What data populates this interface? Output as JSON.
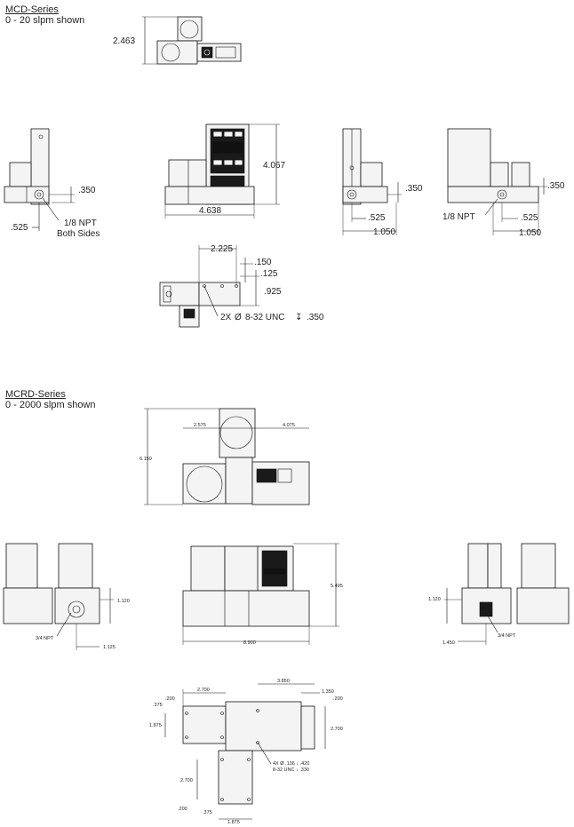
{
  "sections": [
    {
      "name": "MCD-Series",
      "range": "0 - 20 slpm shown"
    },
    {
      "name": "MCRD-Series",
      "range": "0 - 2000 slpm shown"
    }
  ],
  "mcd_dimensions": {
    "top_height": "2.463",
    "side_port_height": ".350",
    "side_port_offset": ".525",
    "npt_note": "1/8  NPT",
    "npt_note2": "Both Sides",
    "front_height": "4.067",
    "front_width": "4.638",
    "right_port_height": ".350",
    "right_port_offset": ".525",
    "right_width": "1.050",
    "back_port_height": ".350",
    "back_npt": "1/8 NPT",
    "back_port_offset": ".525",
    "back_width": "1.050",
    "bottom_span": "2.225",
    "bottom_a": ".150",
    "bottom_b": ".125",
    "bottom_c": ".925",
    "thread_qty": "2X",
    "thread_spec": "8-32 UNC",
    "thread_depth": ".350"
  },
  "mcrd_dimensions": {
    "top_left": "2.575",
    "top_right": "4.075",
    "top_height": "6.150",
    "side_height": "1.120",
    "side_npt": "3/4 NPT",
    "side_offset": "1.125",
    "front_height": "5.495",
    "front_width": "8.900",
    "right_height": "1.120",
    "right_offset": "1.450",
    "right_npt": "3/4 NPT",
    "bottom_2700a": "2.700",
    "bottom_200a": ".200",
    "bottom_375a": ".375",
    "bottom_1875a": "1.875",
    "bottom_3850": "3.850",
    "bottom_1350": "1.350",
    "bottom_200b": ".200",
    "bottom_2700b": "2.700",
    "bottom_2700c": "2.700",
    "bottom_200c": ".200",
    "bottom_375c": ".375",
    "bottom_1875c": "1.875",
    "hole_note1": "4X  Ø .136 ↓ .420",
    "hole_note2": "8-32 UNC ↓ .330"
  },
  "symbols": {
    "diameter": "Ø",
    "depth": "↧"
  }
}
